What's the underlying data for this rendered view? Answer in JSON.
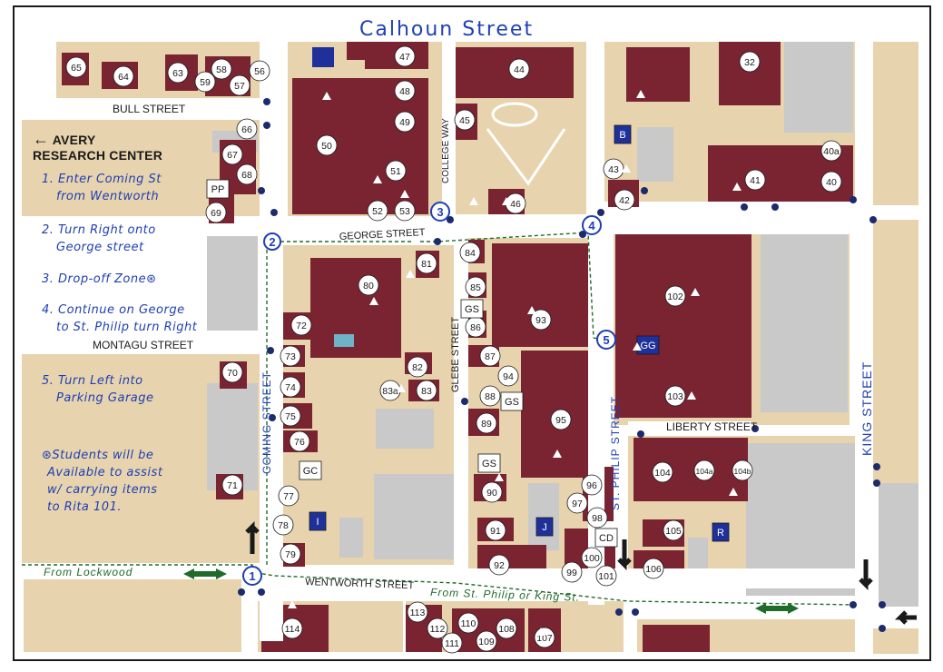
{
  "title": "Calhoun Street",
  "streets": {
    "bull": "Bull Street",
    "montagu": "Montagu Street",
    "george": "George Street",
    "wentworth": "Wentworth Street",
    "liberty": "Liberty Street",
    "glebe": "Glebe Street",
    "college_way": "College Way",
    "coming": "Coming Street",
    "st_philip": "St. Philip Street",
    "king": "King Street"
  },
  "avery": {
    "arrow": "←",
    "line1": "AVERY",
    "line2": "RESEARCH CENTER"
  },
  "instructions": [
    {
      "line1": "1. Enter Coming St",
      "line2": "from Wentworth"
    },
    {
      "line1": "2. Turn Right onto",
      "line2": "George street"
    },
    {
      "line1": "3. Drop-off Zone⊛",
      "line2": ""
    },
    {
      "line1": "4. Continue on George",
      "line2": "to St. Philip turn Right"
    },
    {
      "line1": "5. Turn Left into",
      "line2": "Parking Garage"
    }
  ],
  "student_note": [
    "⊛Students will be",
    "Available to assist",
    "w/ carrying items",
    "to Rita 101."
  ],
  "route_labels": {
    "from_lockwood": "From Lockwood",
    "from_st_philip_king": "From St. Philip or King St."
  },
  "route_steps": [
    "1",
    "2",
    "3",
    "4",
    "5"
  ],
  "buildings": [
    "32",
    "40",
    "40a",
    "41",
    "42",
    "43",
    "44",
    "45",
    "46",
    "47",
    "48",
    "49",
    "50",
    "51",
    "52",
    "53",
    "56",
    "57",
    "58",
    "59",
    "63",
    "64",
    "65",
    "66",
    "67",
    "68",
    "69",
    "70",
    "71",
    "72",
    "73",
    "74",
    "75",
    "76",
    "77",
    "78",
    "79",
    "80",
    "81",
    "82",
    "83",
    "83a",
    "84",
    "85",
    "86",
    "87",
    "88",
    "89",
    "90",
    "91",
    "92",
    "93",
    "94",
    "95",
    "96",
    "97",
    "98",
    "99",
    "100",
    "101",
    "102",
    "103",
    "104",
    "104a",
    "104b",
    "105",
    "106",
    "107",
    "108",
    "109",
    "110",
    "111",
    "112",
    "113",
    "114"
  ],
  "lot_labels": [
    "PP",
    "B",
    "GS",
    "GS",
    "GS",
    "GC",
    "I",
    "J",
    "CD",
    "R",
    "GG"
  ],
  "colors": {
    "building": "#7a2331",
    "block": "#e7d3ad",
    "street": "#ffffff",
    "gray": "#c9c9c9",
    "route": "#1f6b2a",
    "handwriting": "#1f3fb4",
    "node": "#1c2a6e"
  }
}
